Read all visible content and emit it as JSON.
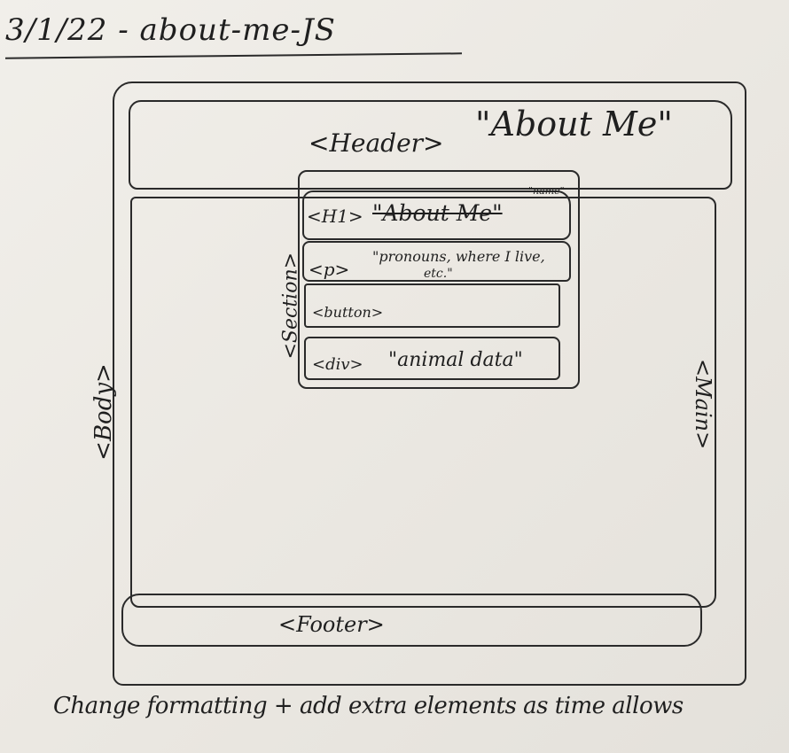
{
  "title": "3/1/22 - about-me-JS",
  "body_label": "<Body>",
  "header": {
    "tag": "<Header>",
    "text": "\"About Me\""
  },
  "main_label": "<Main>",
  "section_label": "<Section>",
  "section": {
    "h1_tag": "<H1>",
    "h1_text": "\"About Me\"",
    "h1_note": "\"name\"",
    "p_tag": "<p>",
    "p_text_1": "\"pronouns, where I live,",
    "p_text_2": "etc.\"",
    "button_tag": "<button>",
    "div_tag": "<div>",
    "div_text": "\"animal data\""
  },
  "footer": {
    "tag": "<Footer>"
  },
  "note": "Change formatting + add extra elements as time allows"
}
